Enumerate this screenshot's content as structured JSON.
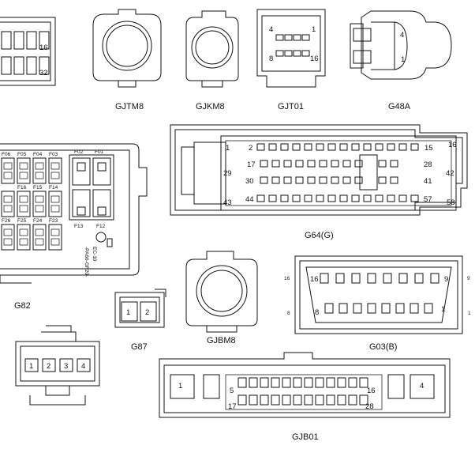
{
  "connectors": {
    "gjtm8": {
      "label": "GJTM8"
    },
    "gjkm8": {
      "label": "GJKM8"
    },
    "gjt01": {
      "label": "GJT01",
      "pins": [
        "4",
        "1",
        "8",
        "16"
      ]
    },
    "g48a": {
      "label": "G48A",
      "pins": [
        "4",
        "1"
      ]
    },
    "g82": {
      "label": "G82",
      "fuses_row1": [
        "F06",
        "F05",
        "F04",
        "F03",
        "F02",
        "F01"
      ],
      "fuses_row2": [
        "F16",
        "F15",
        "F14"
      ],
      "fuses_row3": [
        "F26",
        "F25",
        "F24",
        "F23"
      ],
      "relays": [
        "F13",
        "F12"
      ],
      "partial_pins": [
        "16",
        "32"
      ],
      "code_text": [
        "-PA66-GF20-",
        "EC-10"
      ]
    },
    "g64g": {
      "label": "G64(G)",
      "pins": [
        "1",
        "2",
        "15",
        "16",
        "17",
        "28",
        "29",
        "42",
        "30",
        "41",
        "43",
        "44",
        "57",
        "58"
      ]
    },
    "g87": {
      "label": "G87",
      "pins": [
        "1",
        "2"
      ]
    },
    "gjbm8": {
      "label": "GJBM8"
    },
    "g03b": {
      "label": "G03(B)",
      "pins": [
        "16",
        "9",
        "8",
        "1"
      ],
      "side_numbers": [
        "16",
        "9",
        "8",
        "1"
      ]
    },
    "bottom_left": {
      "pins": [
        "1",
        "2",
        "3",
        "4"
      ]
    },
    "gjb01": {
      "label": "GJB01",
      "pins": [
        "1",
        "4",
        "5",
        "16",
        "17",
        "28"
      ]
    }
  }
}
